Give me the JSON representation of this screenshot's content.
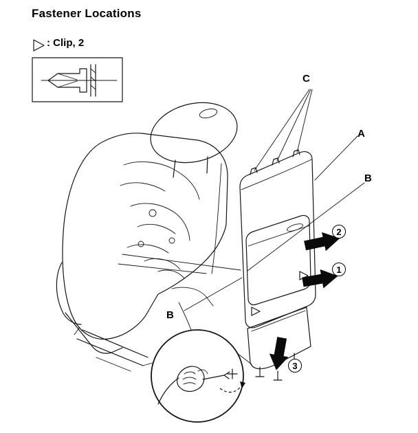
{
  "title": "Fastener Locations",
  "legend": {
    "label": ": Clip, 2"
  },
  "callouts": {
    "c": "C",
    "a": "A",
    "b_upper": "B",
    "b_lower": "B"
  },
  "steps": {
    "one": "1",
    "two": "2",
    "three": "3"
  }
}
